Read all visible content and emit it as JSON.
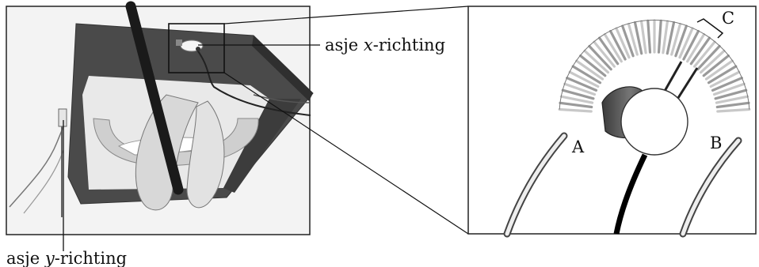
{
  "labels": {
    "x_axle": {
      "prefix": "asje ",
      "axis": "x",
      "suffix": "-richting"
    },
    "y_axle": {
      "prefix": "asje ",
      "axis": "y",
      "suffix": "-richting"
    },
    "point_a": "A",
    "point_b": "B",
    "point_c": "C"
  }
}
